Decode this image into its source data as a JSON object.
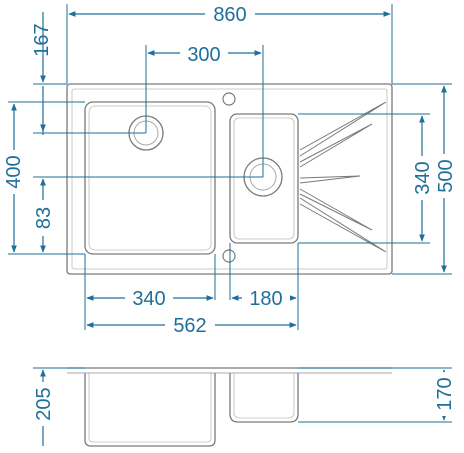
{
  "colors": {
    "dimension": "#1f6f9a",
    "outline": "#7a7a7a",
    "inner_outline": "#a8a8a8",
    "background": "#ffffff"
  },
  "dimensions": {
    "overall_width": "860",
    "left_bowl_to_small_center": "300",
    "top_to_left_drain": "167",
    "left_bowl_height": "400",
    "bottom_to_drain": "83",
    "left_bowl_width": "340",
    "small_bowl_width": "180",
    "bowls_total_width": "562",
    "overall_depth": "500",
    "small_bowl_height": "340",
    "left_bowl_depth": "205",
    "small_bowl_depth": "170"
  }
}
